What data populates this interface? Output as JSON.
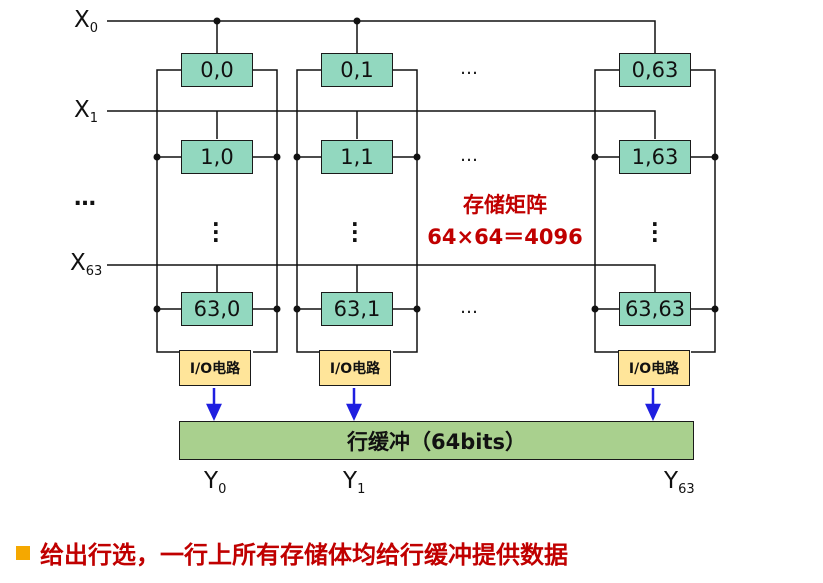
{
  "rows": [
    {
      "label_main": "X",
      "label_sub": "0"
    },
    {
      "label_main": "X",
      "label_sub": "1"
    },
    {
      "label_main": "X",
      "label_sub": "63"
    }
  ],
  "row_ellipsis": "…",
  "columns": [
    {
      "label_main": "Y",
      "label_sub": "0"
    },
    {
      "label_main": "Y",
      "label_sub": "1"
    },
    {
      "label_main": "Y",
      "label_sub": "63"
    }
  ],
  "cells": [
    [
      "0,0",
      "0,1",
      "0,63"
    ],
    [
      "1,0",
      "1,1",
      "1,63"
    ],
    [
      "63,0",
      "63,1",
      "63,63"
    ]
  ],
  "col_ellipsis": "…",
  "io_label": "I/O电路",
  "buffer_label": "行缓冲（64bits）",
  "matrix_label": [
    "存储矩阵",
    "64×64＝4096"
  ],
  "footer_text": "给出行选，一行上所有存储体均给行缓冲提供数据",
  "colors": {
    "cell_fill": "#92d8bf",
    "io_fill": "#ffe59a",
    "buffer_fill": "#a9d08e",
    "arrow": "#1f1fe0",
    "highlight_text": "#c00000",
    "bullet": "#f5a800"
  }
}
